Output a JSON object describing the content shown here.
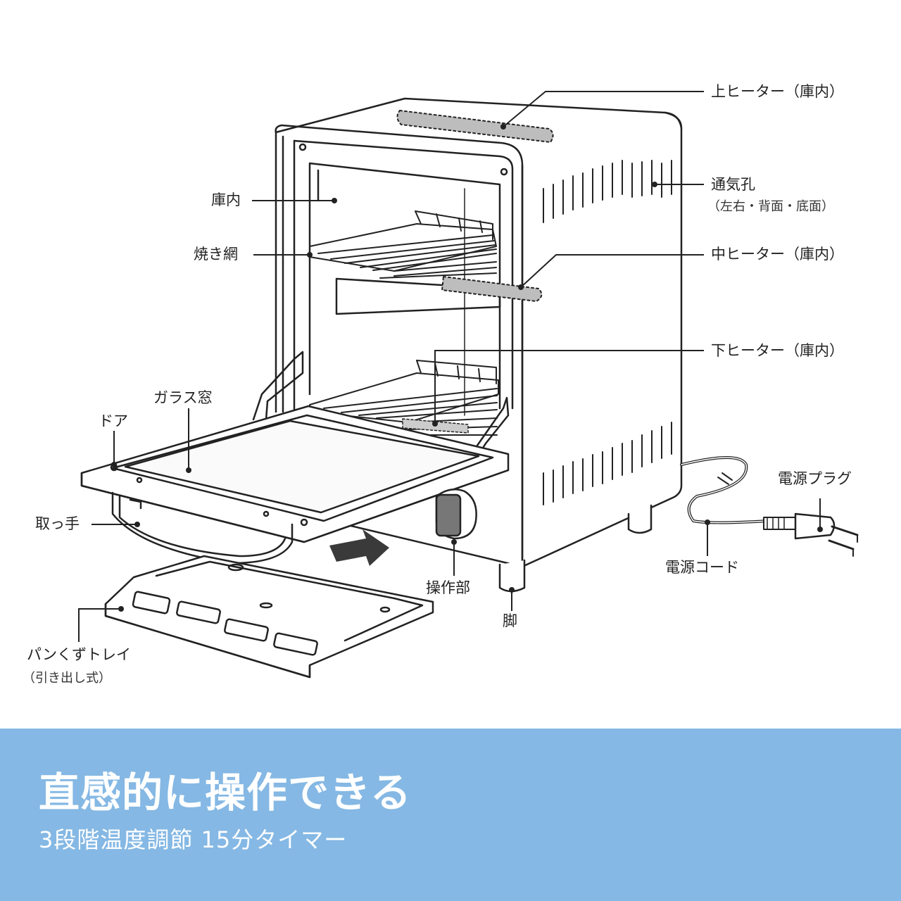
{
  "labels": {
    "upper_heater": "上ヒーター（庫内）",
    "vent": "通気孔",
    "vent_note": "（左右・背面・底面）",
    "middle_heater": "中ヒーター（庫内）",
    "lower_heater": "下ヒーター（庫内）",
    "interior": "庫内",
    "grill_rack": "焼き網",
    "glass_window": "ガラス窓",
    "door": "ドア",
    "handle": "取っ手",
    "controls": "操作部",
    "legs": "脚",
    "crumb_tray": "パンくずトレイ",
    "crumb_tray_note": "（引き出し式）",
    "power_plug": "電源プラグ",
    "power_cord": "電源コード"
  },
  "banner": {
    "title": "直感的に操作できる",
    "subtitle": "3段階温度調節 15分タイマー",
    "color": "#85b8e4"
  }
}
